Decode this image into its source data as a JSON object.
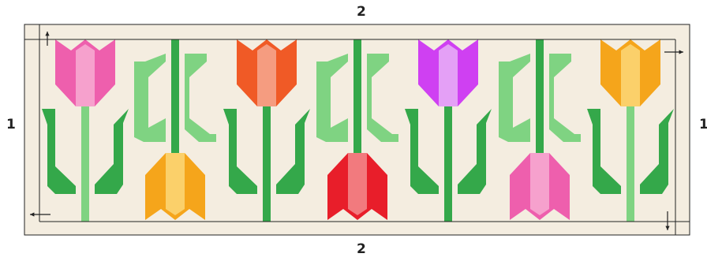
{
  "labels": {
    "top": "2",
    "bottom": "2",
    "left": "1",
    "right": "1"
  },
  "colors": {
    "background": "#f4ede0",
    "border_line": "#222222",
    "stem_dark": "#34a84a",
    "stem_light": "#7fd382",
    "leaf_dark": "#34a84a",
    "leaf_light": "#7fd382",
    "leaf_shadow": "#2a8c3d",
    "red_accent": "#e8302a"
  },
  "tulips": [
    {
      "name": "pink",
      "orientation": "up",
      "outer": "#ee5fad",
      "center": "#f6a1cd",
      "leaf_style": "dark",
      "stem": "light"
    },
    {
      "name": "yellow",
      "orientation": "down",
      "outer": "#f5a51b",
      "center": "#fbd06a",
      "leaf_style": "light",
      "stem": "dark"
    },
    {
      "name": "orange",
      "orientation": "up",
      "outer": "#f05a26",
      "center": "#f59c80",
      "leaf_style": "dark",
      "stem": "dark"
    },
    {
      "name": "red",
      "orientation": "down",
      "outer": "#e81e2a",
      "center": "#f27a7e",
      "leaf_style": "light",
      "stem": "dark"
    },
    {
      "name": "purple",
      "orientation": "up",
      "outer": "#cf40f2",
      "center": "#e4a0f6",
      "leaf_style": "dark",
      "stem": "dark"
    },
    {
      "name": "pink",
      "orientation": "down",
      "outer": "#ee5fad",
      "center": "#f6a1cd",
      "leaf_style": "light",
      "stem": "dark"
    },
    {
      "name": "gold",
      "orientation": "up",
      "outer": "#f5a51b",
      "center": "#fbd06a",
      "leaf_style": "dark",
      "stem": "light"
    }
  ]
}
